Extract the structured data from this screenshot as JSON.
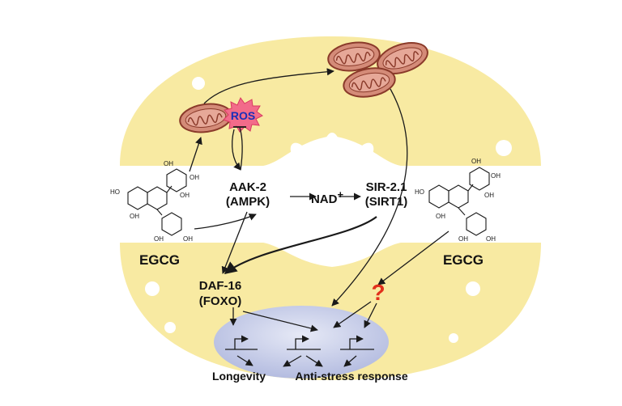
{
  "labels": {
    "ros": "ROS",
    "aak2_line1": "AAK-2",
    "aak2_line2": "(AMPK)",
    "nad": "NAD",
    "nad_sup": "+",
    "sir_line1": "SIR-2.1",
    "sir_line2": "(SIRT1)",
    "egcg_left": "EGCG",
    "egcg_right": "EGCG",
    "daf_line1": "DAF-16",
    "daf_line2": "(FOXO)",
    "question": "?",
    "longevity": "Longevity",
    "antistress": "Anti-stress response"
  },
  "molecule_atoms": [
    "OH",
    "HO",
    "OH",
    "OH",
    "OH",
    "OH",
    "OH",
    "OH"
  ],
  "colors": {
    "cell": "#f8eaa2",
    "nucleus": "#c5cbe6",
    "mito_fill": "#d48b78",
    "mito_stroke": "#8a3a2a",
    "ros_star": "#f26b8a",
    "ros_text": "#1a2fb8",
    "question": "#e2301c",
    "arrow": "#1a1a1a"
  }
}
